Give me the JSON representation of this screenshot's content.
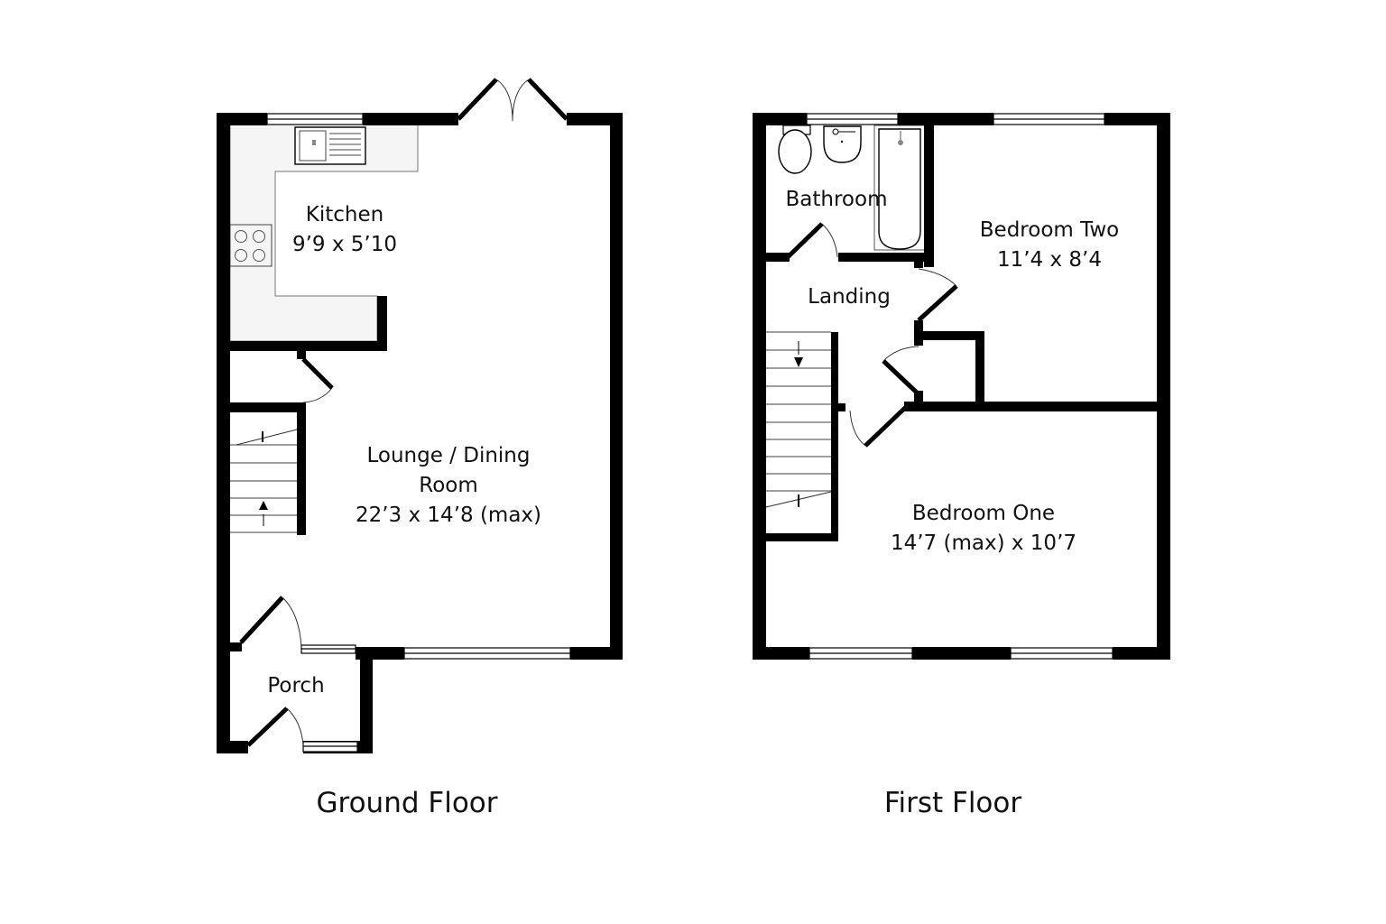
{
  "floors": [
    {
      "title": "Ground Floor",
      "rooms": [
        {
          "name": "Kitchen",
          "dimensions": "9’9 x 5’10"
        },
        {
          "name_line1": "Lounge / Dining",
          "name_line2": "Room",
          "dimensions": "22’3 x 14’8 (max)"
        },
        {
          "name": "Porch"
        }
      ]
    },
    {
      "title": "First Floor",
      "rooms": [
        {
          "name": "Bathroom"
        },
        {
          "name": "Bedroom Two",
          "dimensions": "11’4 x 8’4"
        },
        {
          "name": "Landing"
        },
        {
          "name": "Bedroom One",
          "dimensions": "14’7 (max) x 10’7"
        }
      ]
    }
  ],
  "colors": {
    "wall": "#000000",
    "background": "#ffffff",
    "counter": "#f5f5f5"
  }
}
